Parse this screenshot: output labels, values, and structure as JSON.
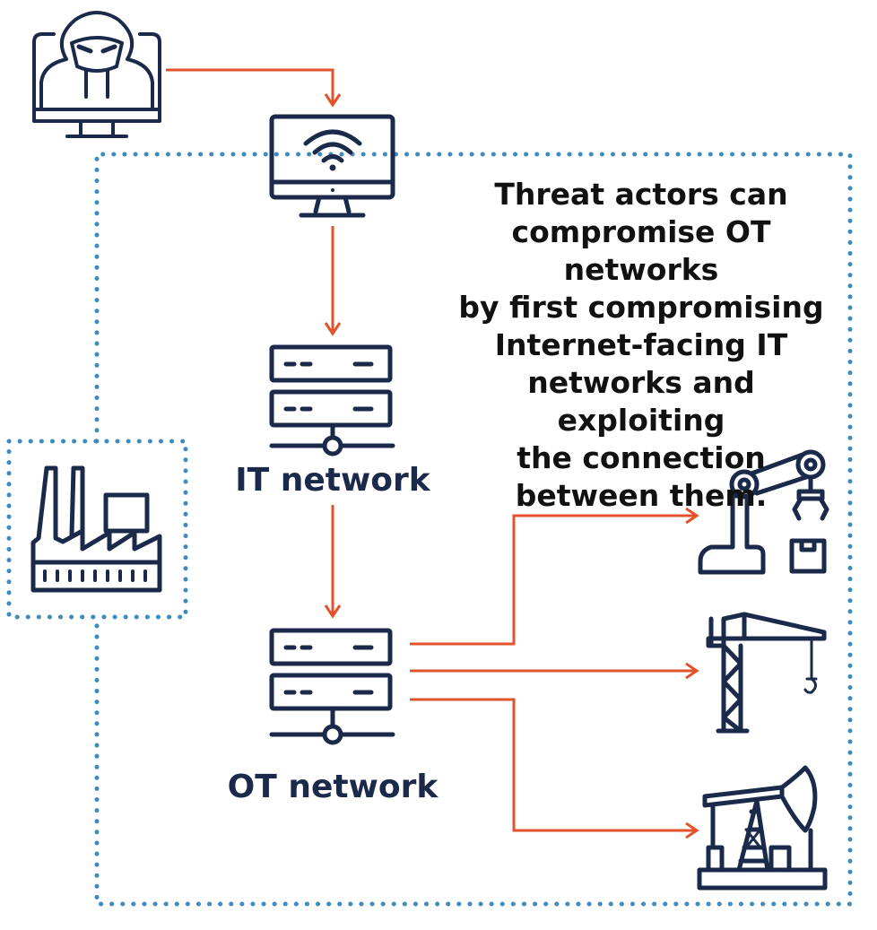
{
  "caption": {
    "lines": [
      "Threat actors can",
      "compromise OT networks",
      "by first compromising",
      "Internet-facing IT",
      "networks and exploiting",
      "the connection",
      "between them."
    ]
  },
  "labels": {
    "it_network": "IT network",
    "ot_network": "OT network"
  },
  "icons": {
    "attacker": "hacker-monitor-icon",
    "entry": "wifi-computer-icon",
    "it": "server-icon",
    "ot": "server-icon",
    "facility": "factory-icon",
    "targets": [
      "robotic-arm-icon",
      "crane-icon",
      "oil-pump-jack-icon"
    ]
  },
  "colors": {
    "navy": "#1b2a4a",
    "arrow": "#e2532b",
    "boundary": "#3f8bbf"
  }
}
